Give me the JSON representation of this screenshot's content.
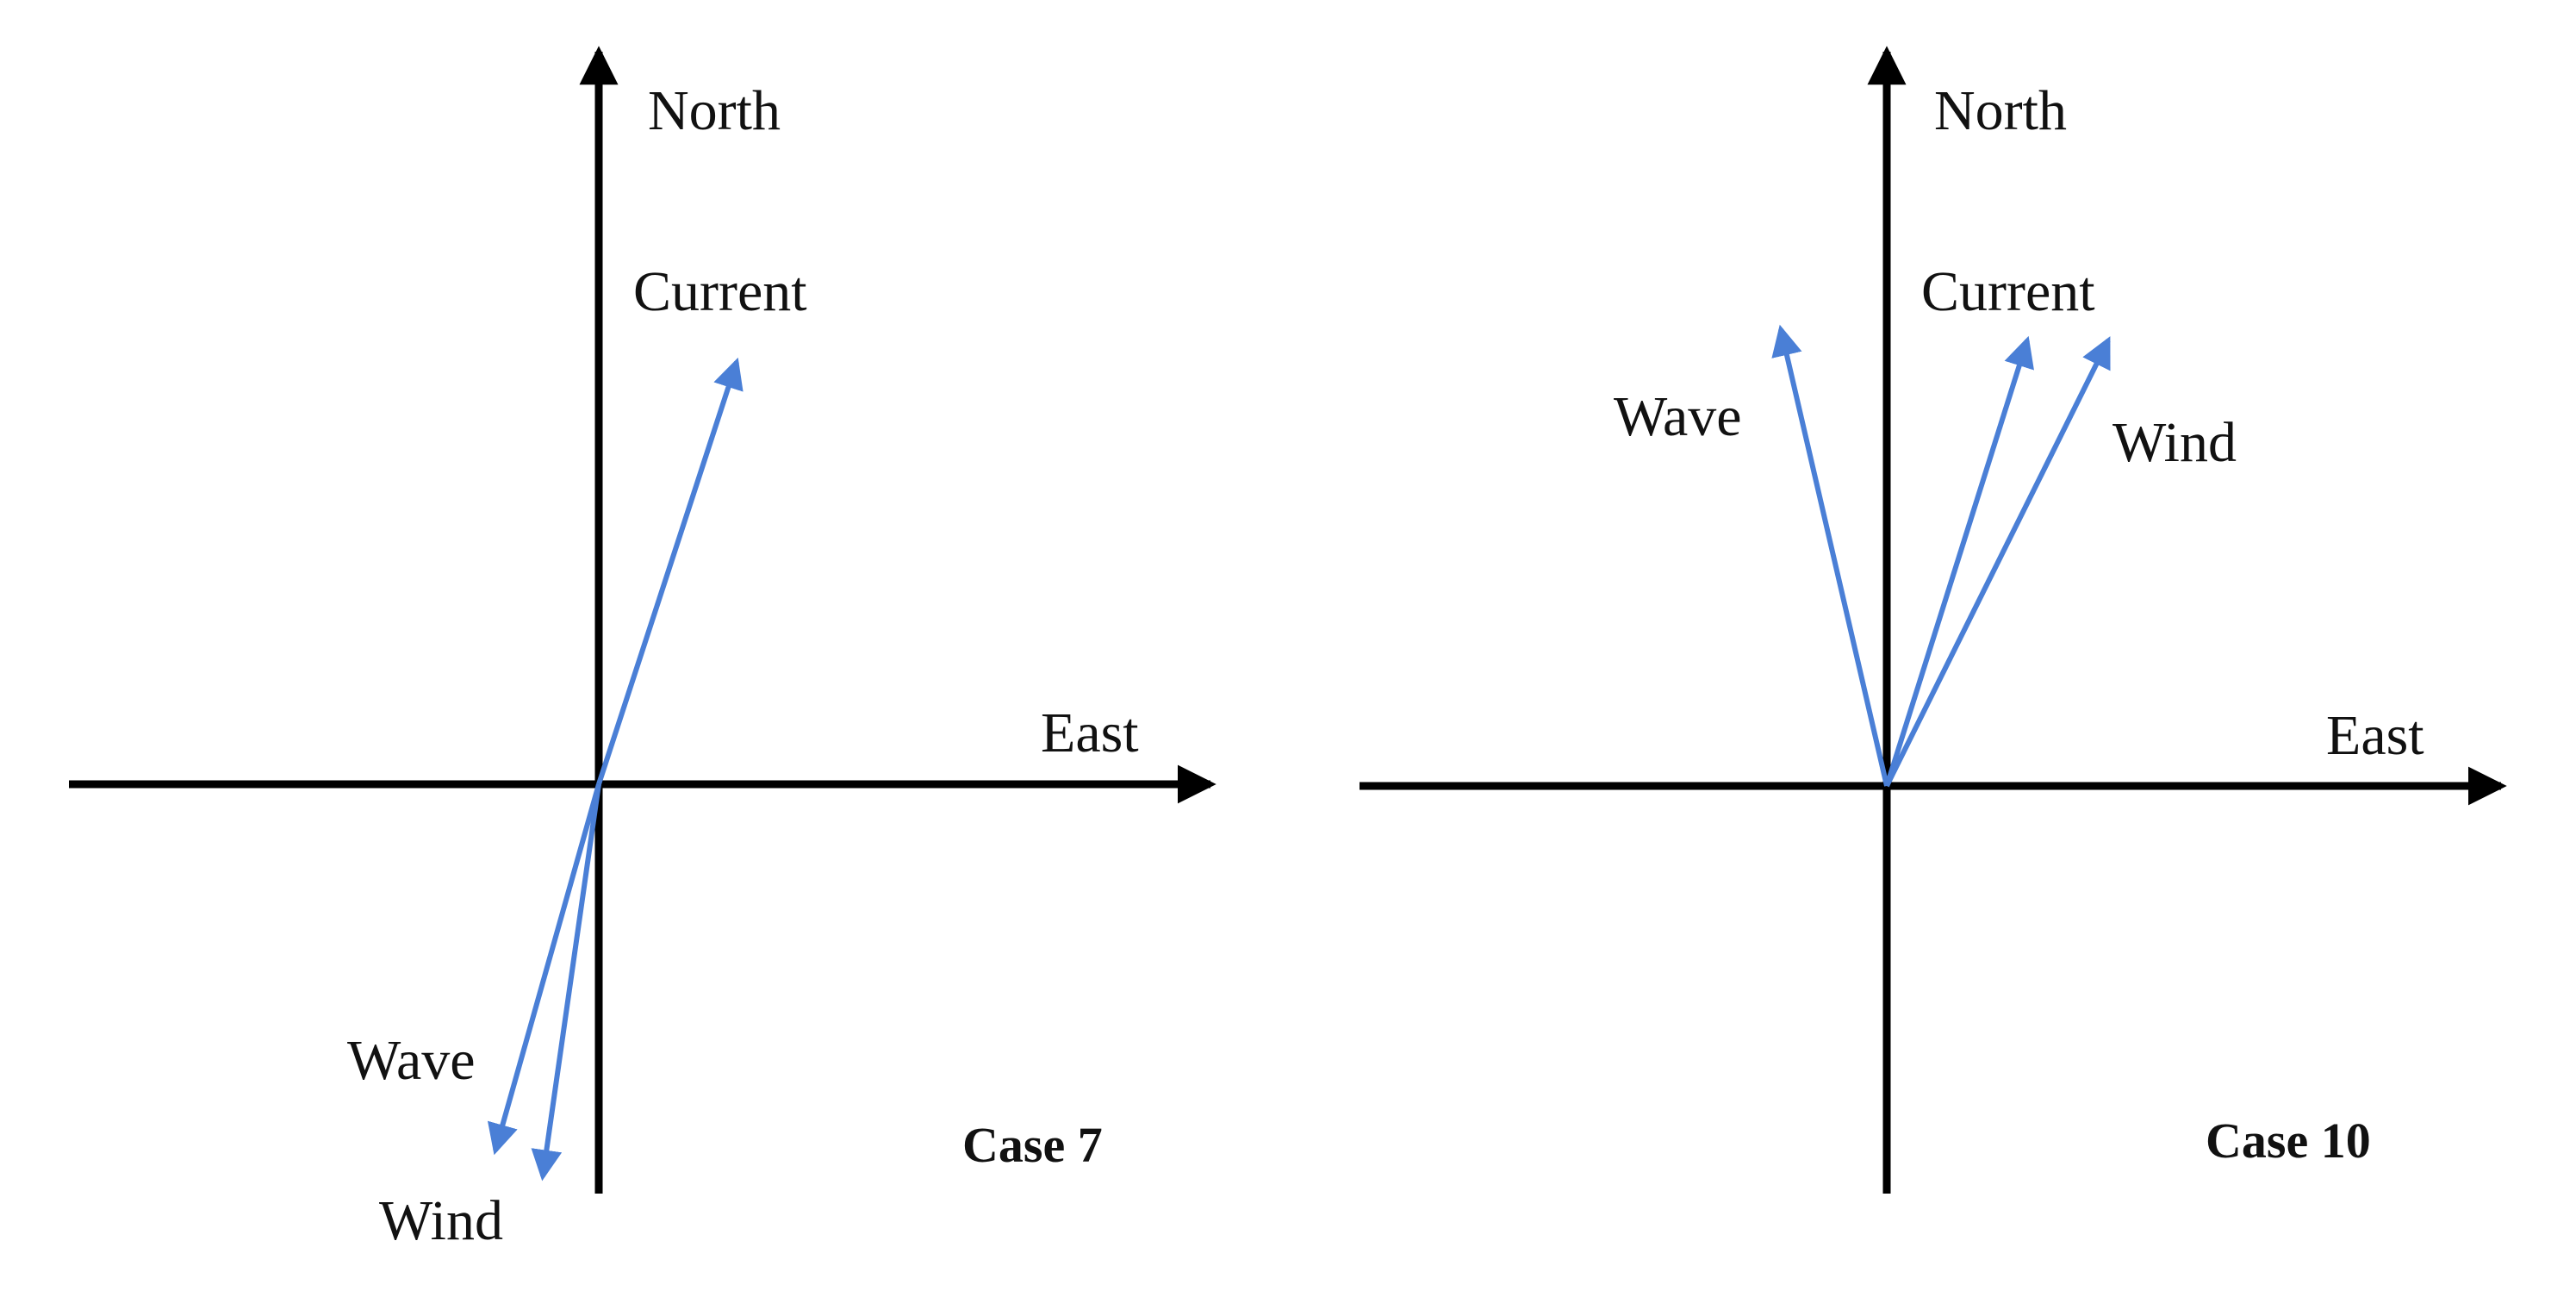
{
  "colors": {
    "axis": "#000000",
    "vector": "#4a7fd6",
    "text": "#111111"
  },
  "panels": [
    {
      "case_label": "Case 7",
      "axes": {
        "north": "North",
        "east": "East"
      },
      "vectors": [
        {
          "label": "Current",
          "direction": "NNE"
        },
        {
          "label": "Wave",
          "direction": "SSW"
        },
        {
          "label": "Wind",
          "direction": "SSW"
        }
      ]
    },
    {
      "case_label": "Case 10",
      "axes": {
        "north": "North",
        "east": "East"
      },
      "vectors": [
        {
          "label": "Wave",
          "direction": "NNW"
        },
        {
          "label": "Current",
          "direction": "NNE"
        },
        {
          "label": "Wind",
          "direction": "NE"
        }
      ]
    }
  ]
}
